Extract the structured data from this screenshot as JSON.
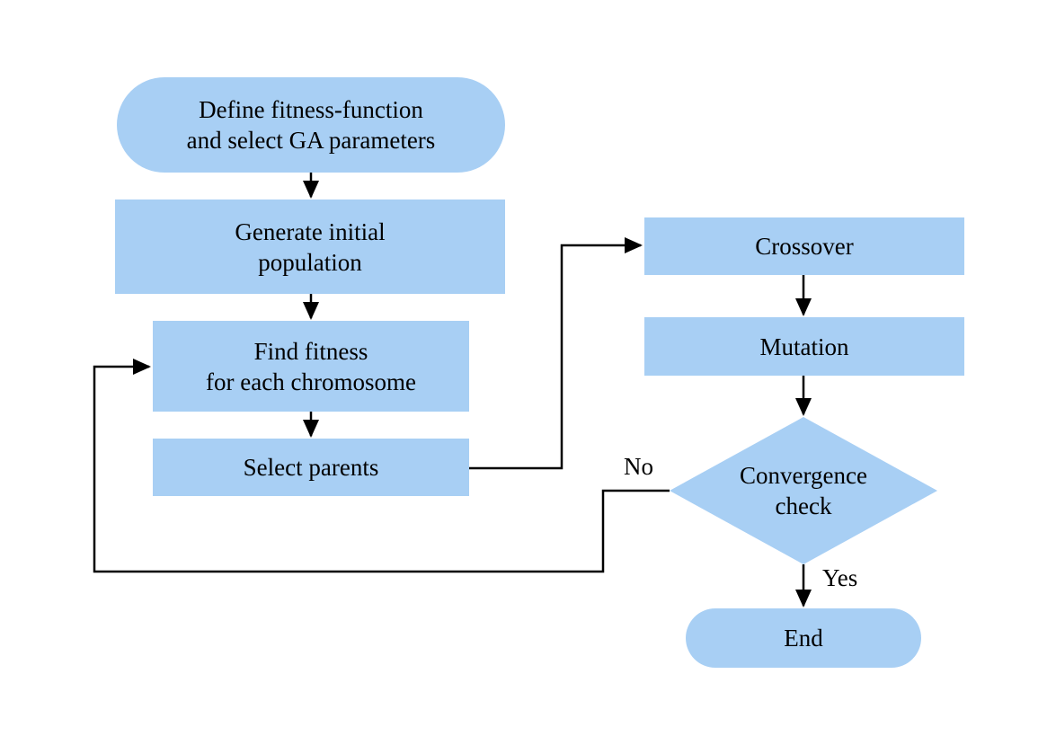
{
  "diagram": {
    "type": "flowchart",
    "subject": "genetic-algorithm-flow",
    "colors": {
      "background": "#ffffff",
      "node_fill": "#a8cff4",
      "connector": "#000000",
      "text": "#000000"
    },
    "nodes": {
      "start": {
        "shape": "terminator",
        "lines": [
          "Define fitness-function",
          "and select GA parameters"
        ]
      },
      "generate_population": {
        "shape": "process",
        "lines": [
          "Generate initial",
          "population"
        ]
      },
      "find_fitness": {
        "shape": "process",
        "lines": [
          "Find fitness",
          "for each chromosome"
        ]
      },
      "select_parents": {
        "shape": "process",
        "lines": [
          "Select parents"
        ]
      },
      "crossover": {
        "shape": "process",
        "lines": [
          "Crossover"
        ]
      },
      "mutation": {
        "shape": "process",
        "lines": [
          "Mutation"
        ]
      },
      "convergence_check": {
        "shape": "decision",
        "lines": [
          "Convergence",
          "check"
        ]
      },
      "end": {
        "shape": "terminator",
        "lines": [
          "End"
        ]
      }
    },
    "edge_labels": {
      "no": "No",
      "yes": "Yes"
    }
  }
}
